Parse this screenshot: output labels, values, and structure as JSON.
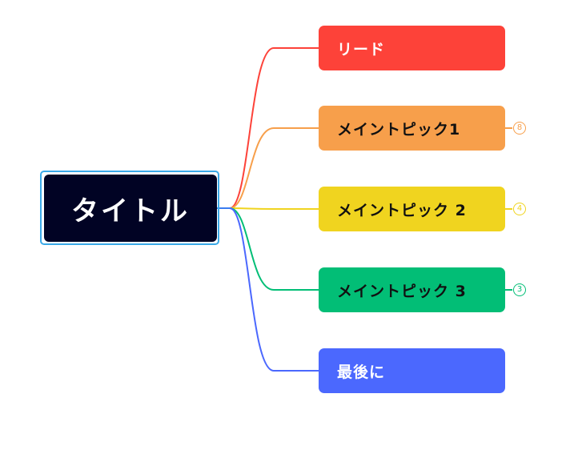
{
  "root": {
    "label": "タイトル"
  },
  "branches": [
    {
      "label": "リード",
      "color": "#fd4239",
      "text_color": "#ffffff",
      "collapsed_count": null
    },
    {
      "label": "メイントピック1",
      "color": "#f79f4b",
      "text_color": "#111111",
      "collapsed_count": "8"
    },
    {
      "label": "メイントピック 2",
      "color": "#f0d41f",
      "text_color": "#111111",
      "collapsed_count": "4"
    },
    {
      "label": "メイントピック 3",
      "color": "#02be76",
      "text_color": "#111111",
      "collapsed_count": "3"
    },
    {
      "label": "最後に",
      "color": "#4b68fe",
      "text_color": "#ffffff",
      "collapsed_count": null
    }
  ],
  "colors": {
    "root_fill": "#010324",
    "selection_border": "#3aa9e8",
    "root_connector": "#3a7cf0",
    "background": "#ffffff"
  }
}
